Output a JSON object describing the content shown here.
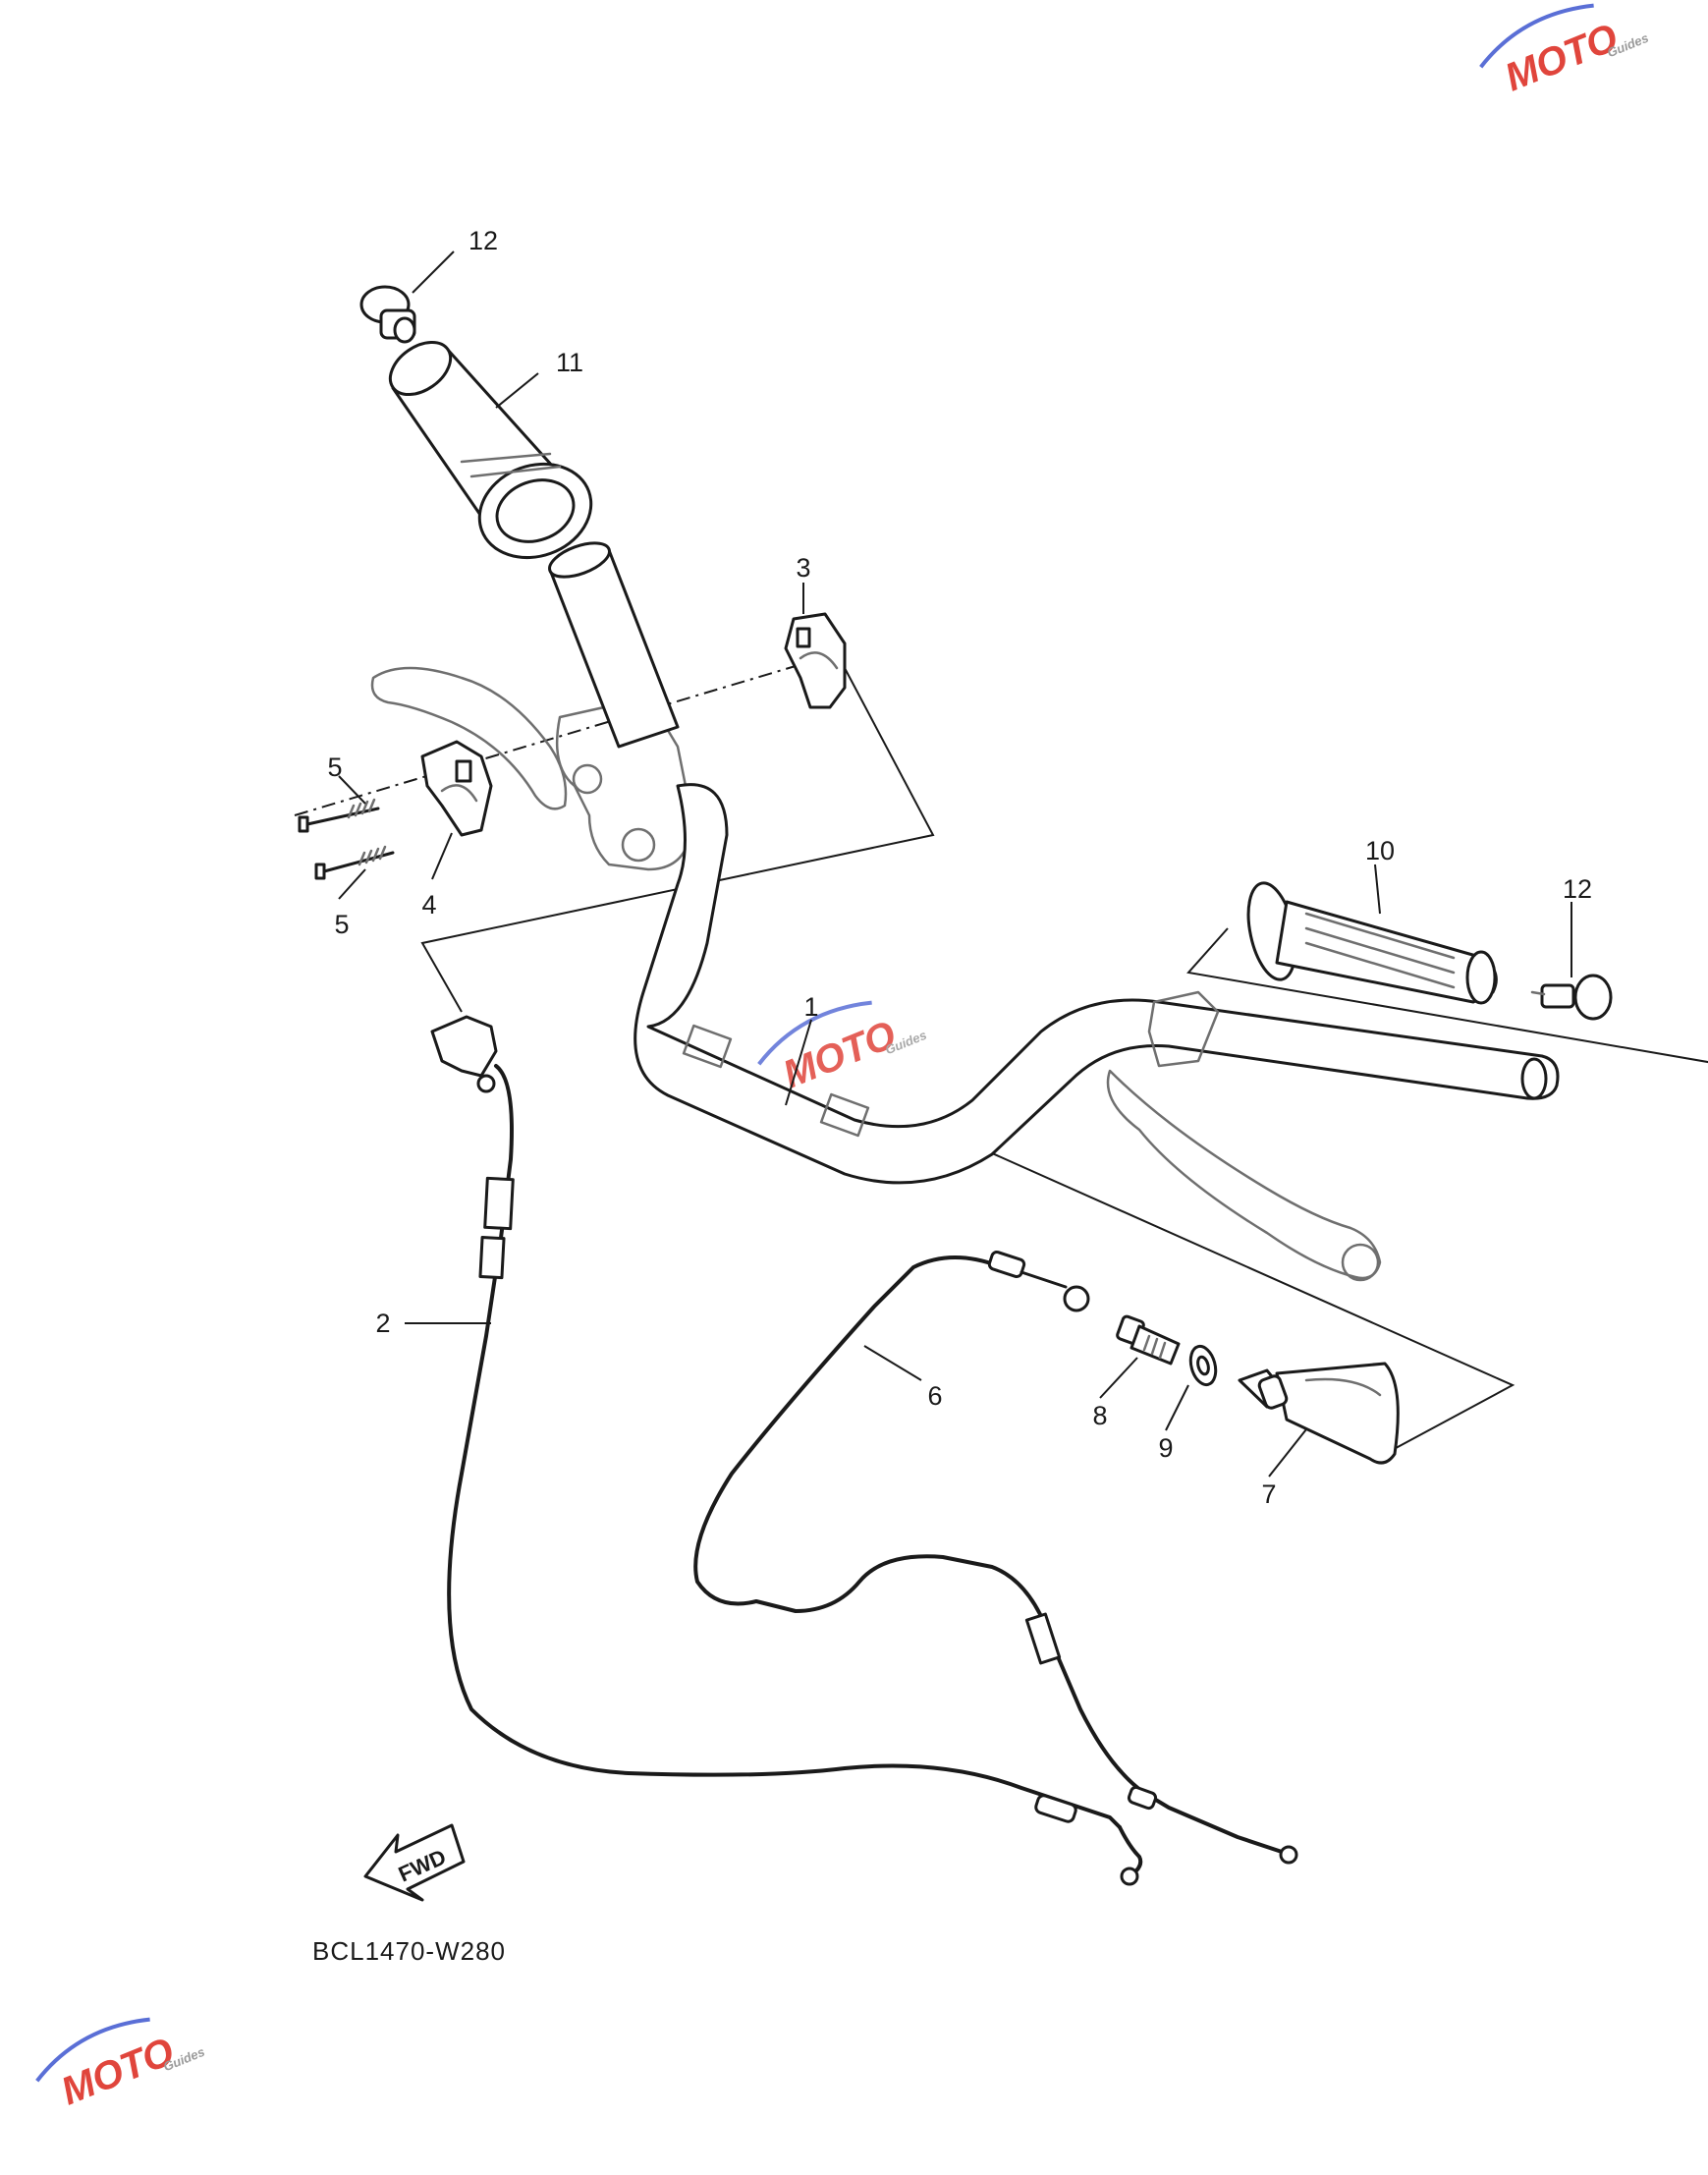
{
  "diagram": {
    "code": "BCL1470-W280",
    "direction_label": "FWD",
    "callouts": [
      "1",
      "2",
      "3",
      "4",
      "5",
      "5",
      "6",
      "7",
      "8",
      "9",
      "10",
      "11",
      "12",
      "12"
    ]
  },
  "watermark": {
    "logo_text": "MOTO",
    "sub_text": "Guides",
    "colors": {
      "red": "#e0453c",
      "blue": "#5a6fd6",
      "gray": "#9a9a9a"
    }
  }
}
